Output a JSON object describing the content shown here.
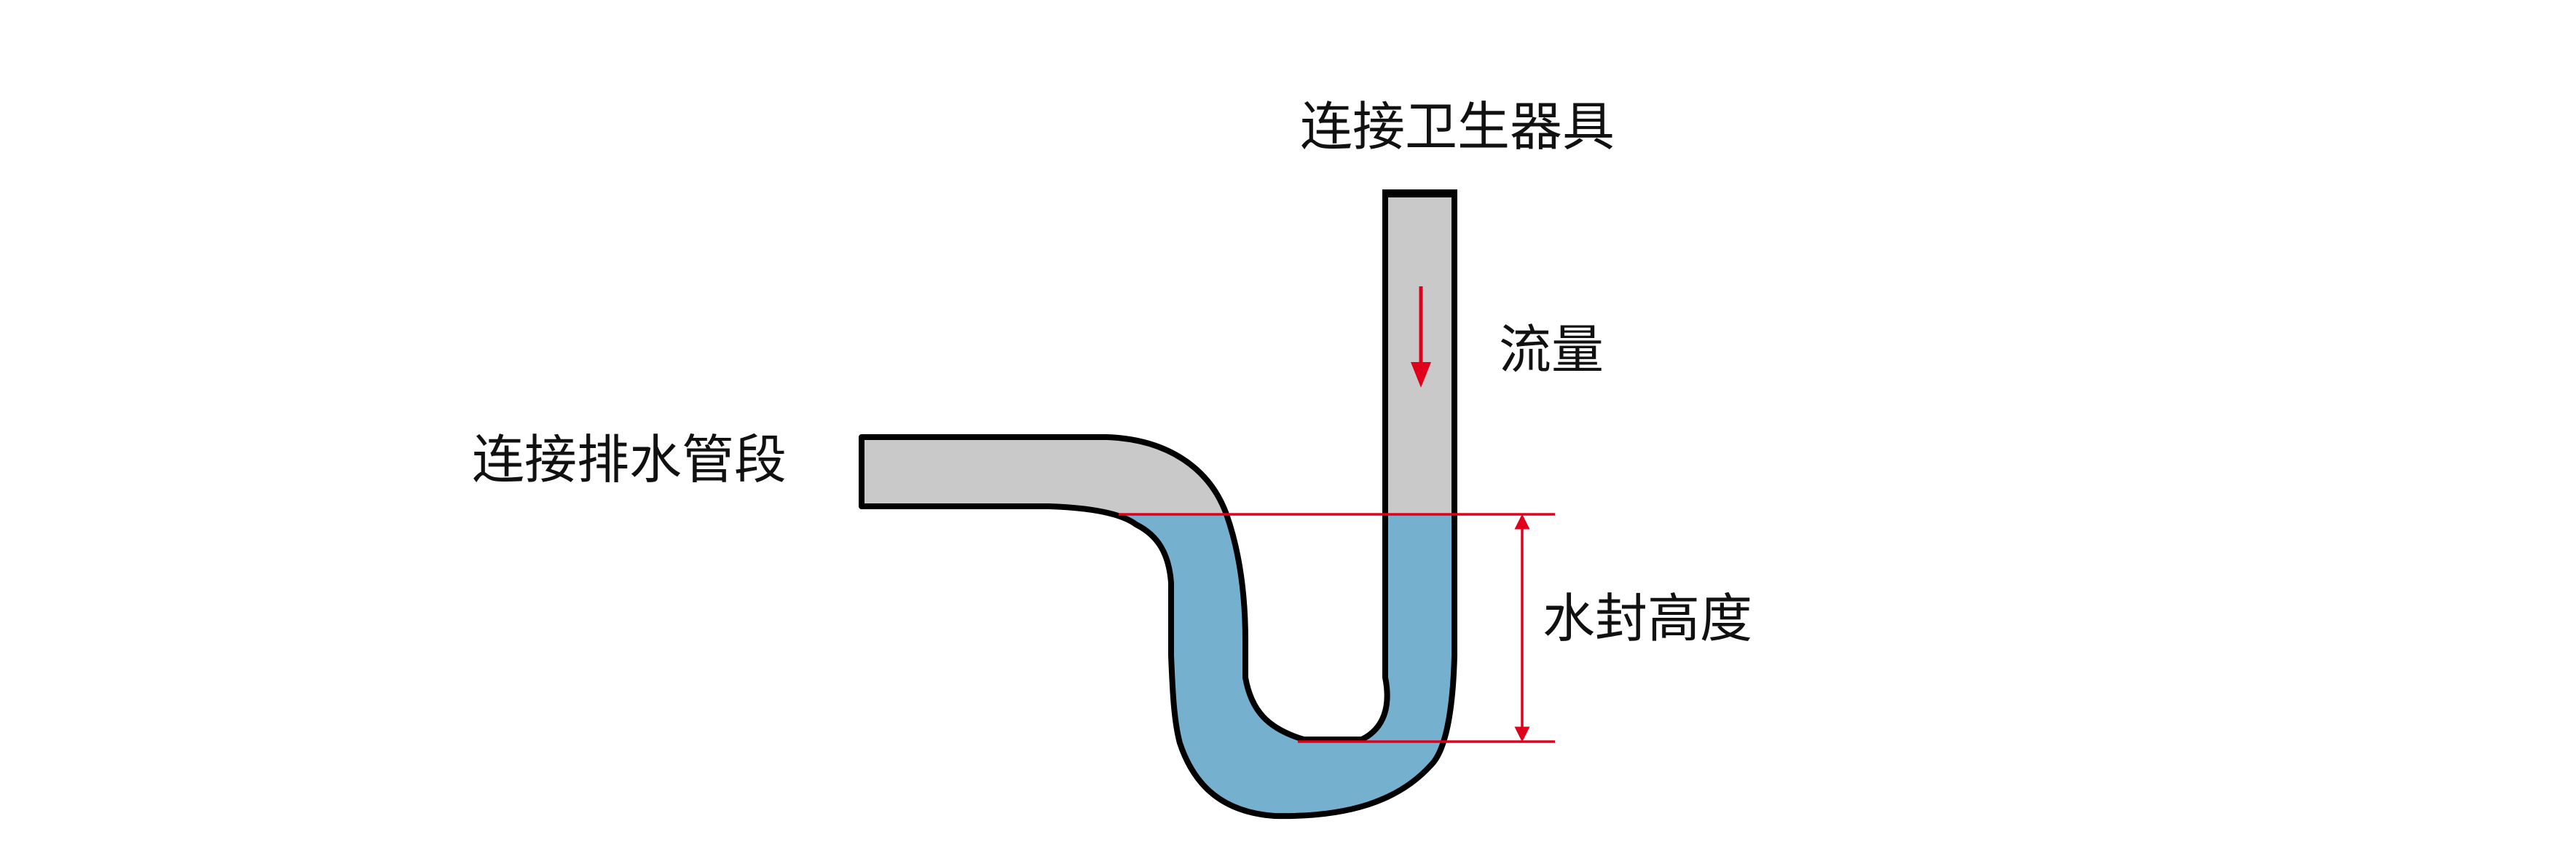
{
  "labels": {
    "fixture": "连接卫生器具",
    "drain": "连接排水管段",
    "flow": "流量",
    "seal_height": "水封高度"
  },
  "colors": {
    "pipe_fill": "#c9c9c9",
    "water_fill": "#75b0cf",
    "outline": "#000000",
    "dimension": "#e0001b",
    "background": "#ffffff"
  }
}
